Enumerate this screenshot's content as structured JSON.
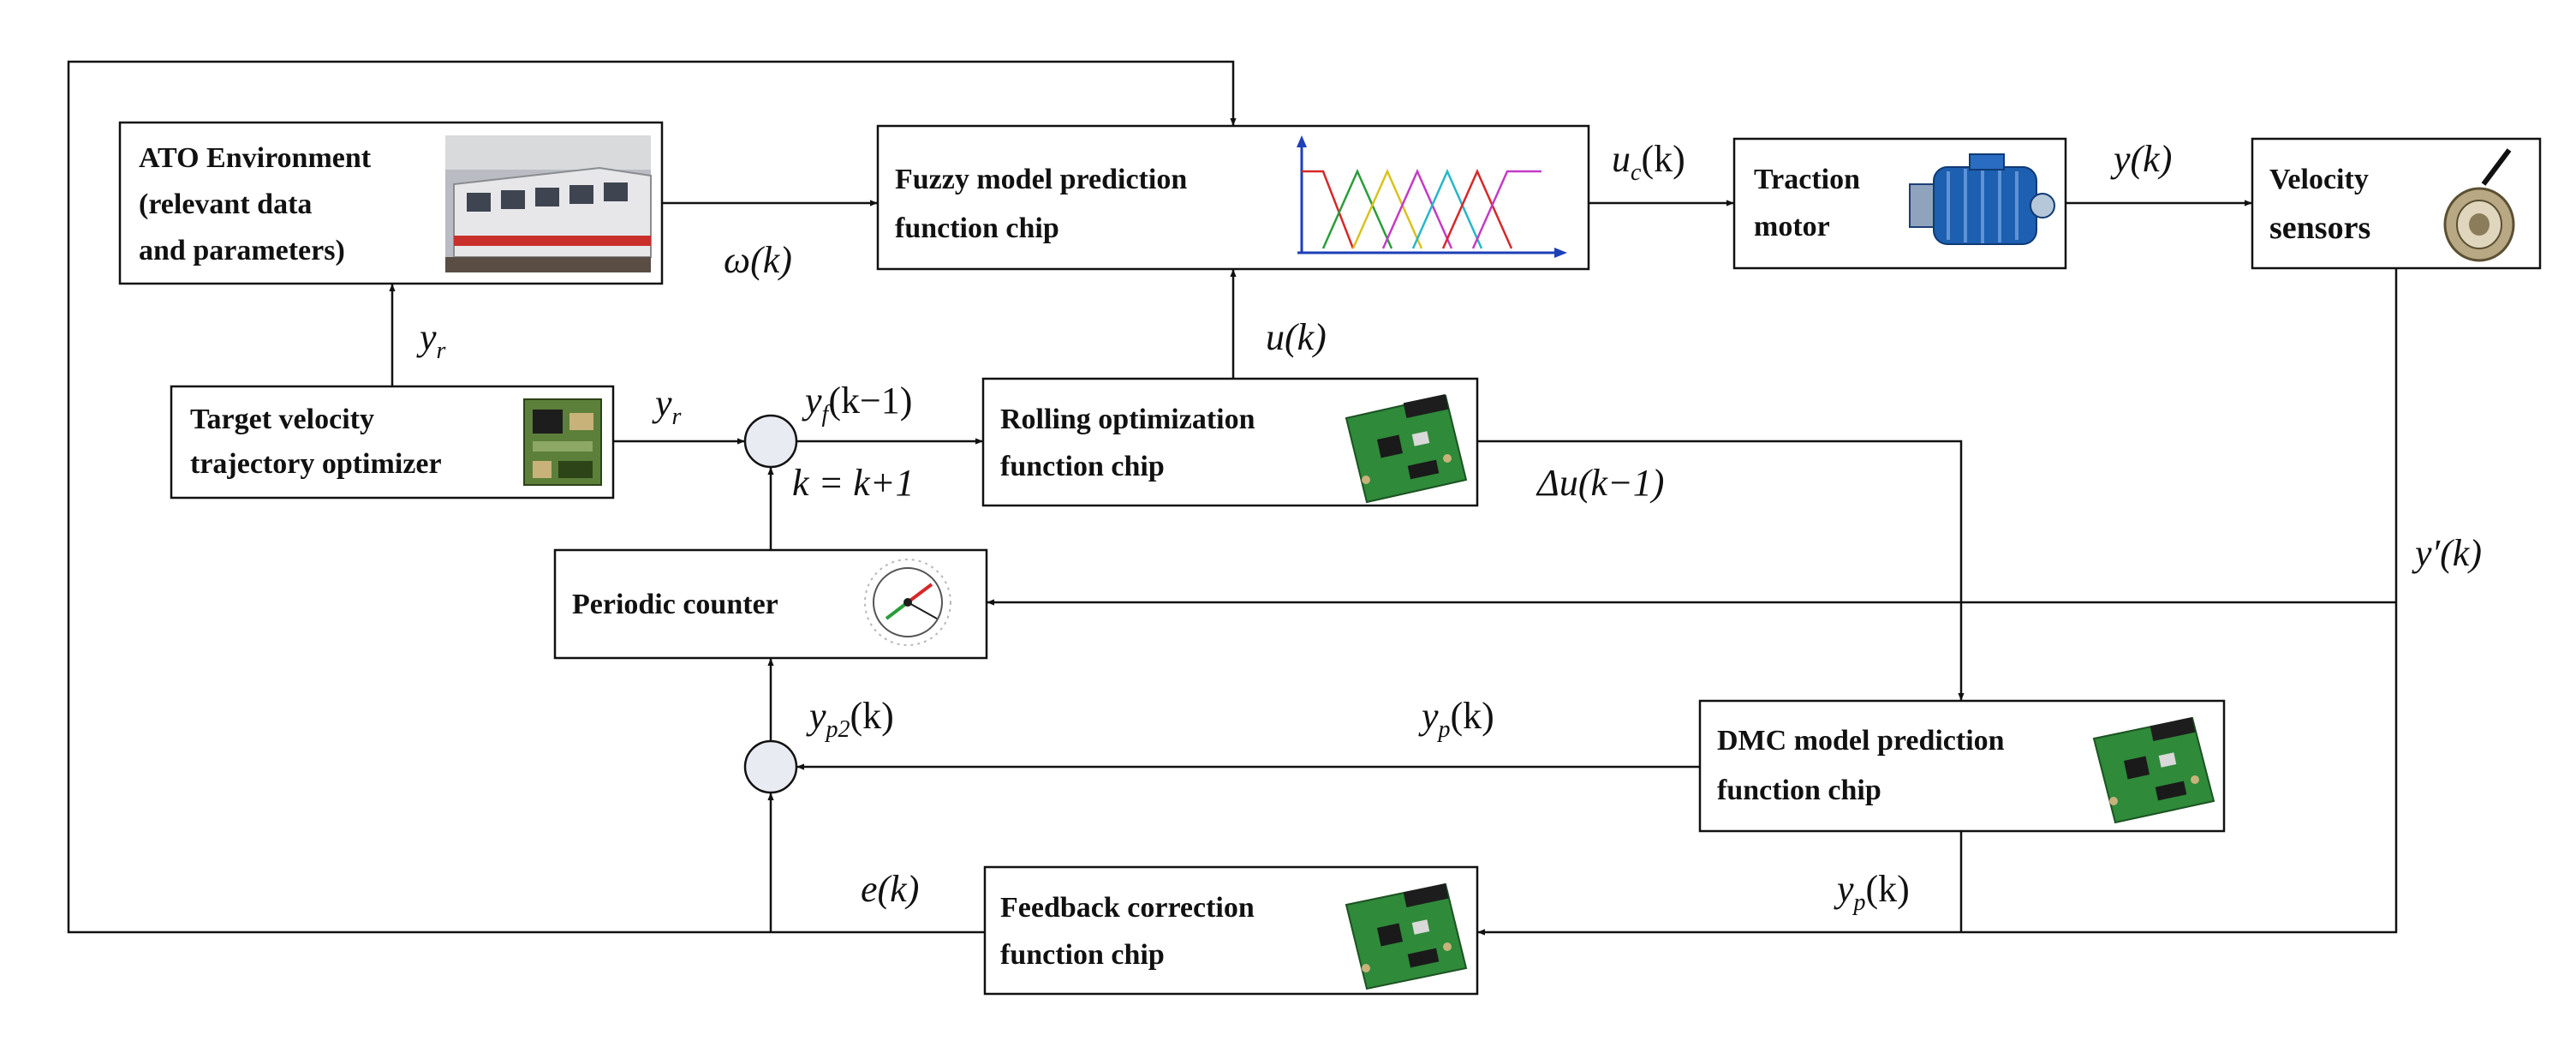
{
  "blocks": {
    "ato_environment": [
      "ATO Environment",
      "(relevant data",
      "and parameters)"
    ],
    "fuzzy_chip": [
      "Fuzzy model prediction",
      "function chip"
    ],
    "traction_motor": [
      "Traction",
      "motor"
    ],
    "velocity_sensors": [
      "Velocity",
      "sensors"
    ],
    "target_optimizer": [
      "Target velocity",
      "trajectory optimizer"
    ],
    "rolling_chip": [
      "Rolling optimization",
      "function chip"
    ],
    "periodic_counter": [
      "Periodic counter"
    ],
    "dmc_chip": [
      "DMC model prediction",
      "function chip"
    ],
    "feedback_chip": [
      "Feedback correction",
      "function chip"
    ]
  },
  "signals": {
    "omega_k": "ω(k)",
    "uc_k": "u_c(k)",
    "y_k": "y(k)",
    "u_k": "u(k)",
    "yr": "y_r",
    "yf": "y_f(k−1)",
    "k_update": "k = k+1",
    "du": "Δu(k−1)",
    "yprime": "y′(k)",
    "yp2": "y_p2(k)",
    "yp": "y_p(k)",
    "e_k": "e(k)"
  },
  "colors": {
    "line": "#111111",
    "summing_junction": "#e8ebf2",
    "pcb_green": "#2f8a3a",
    "motor_blue": "#1d5fb0",
    "mf_red": "#d62828",
    "mf_green": "#2a9d3a",
    "mf_blue": "#2b4bd6",
    "mf_magenta": "#c43bc4",
    "mf_yellow": "#d9c21d",
    "mf_cyan": "#26b7c9",
    "mf_axis": "#1d3fb8"
  },
  "icons": {
    "train": "train-photo-icon",
    "membership": "fuzzy-membership-plot-icon",
    "motor": "traction-motor-icon",
    "sensor": "velocity-sensor-icon",
    "circuit_board": "circuit-board-icon",
    "clock": "counter-clock-icon"
  }
}
